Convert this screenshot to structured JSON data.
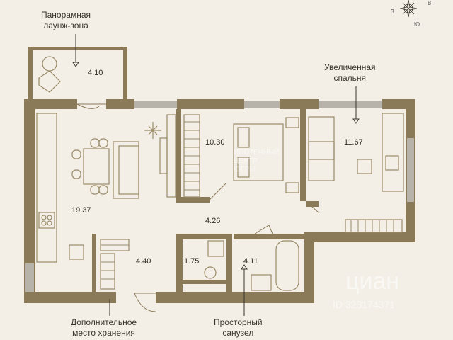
{
  "callouts": {
    "lounge": "Панорамная\nлаунж-зона",
    "bedroom": "Увеличенная\nспальня",
    "storage": "Дополнительное\nместо хранения",
    "bathroom": "Просторный\nсанузел"
  },
  "areas": {
    "lounge": "4.10",
    "bedroom_center": "10.30",
    "bedroom_right": "11.67",
    "living": "19.37",
    "hall": "4.26",
    "storage": "4.40",
    "toilet": "1.75",
    "bath": "4.11"
  },
  "compass": {
    "n": "В",
    "s": "Ю",
    "w": "З"
  },
  "watermarks": {
    "center": "ИПОТЕЧНЫЙ\nЦЕНТР\nЮГРЫ",
    "bottom_brand": "циан",
    "bottom_id": "ID 323174371"
  },
  "colors": {
    "wall": "#8a7a58",
    "wall_light": "#a99b7c",
    "window": "#b8b3aa",
    "furniture": "#9a8b68",
    "background": "#f3efe7"
  }
}
